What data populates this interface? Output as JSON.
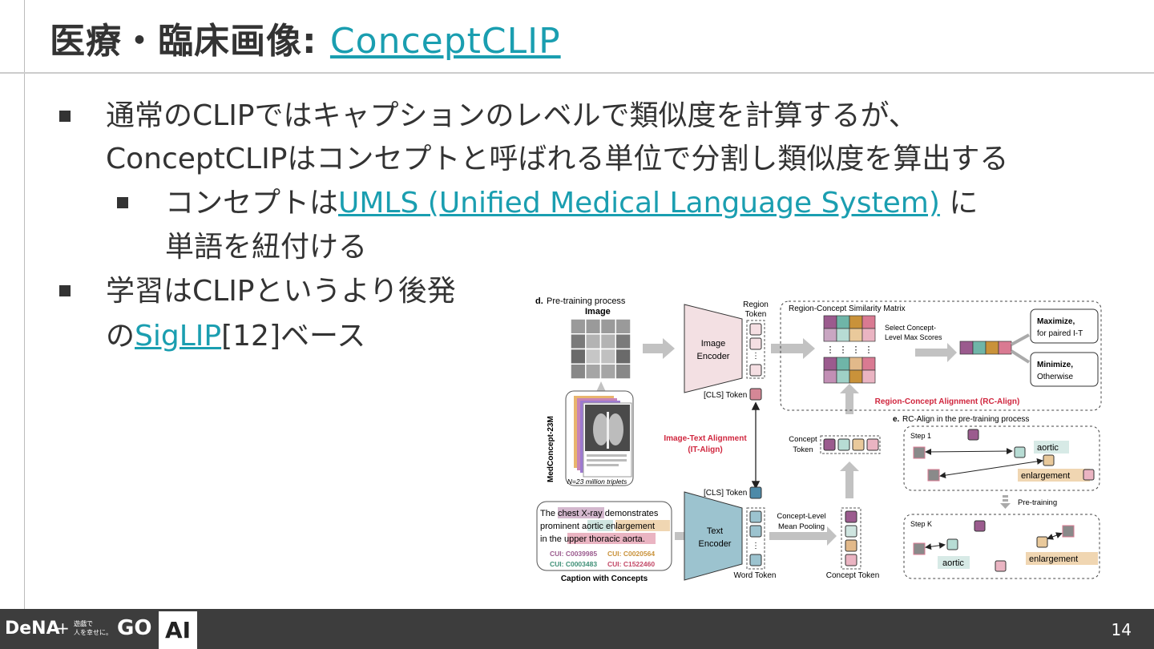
{
  "title": {
    "prefix": "医療・臨床画像: ",
    "link": "ConceptCLIP"
  },
  "bullets": {
    "b1_line1": "通常のCLIPではキャプションのレベルで類似度を計算するが、",
    "b1_line2": "ConceptCLIPはコンセプトと呼ばれる単位で分割し類似度を算出する",
    "b2_pre": "コンセプトは",
    "b2_link": "UMLS (Unified Medical Language System)",
    "b2_post": " に",
    "b2_line2": "単語を紐付ける",
    "b3_line1": "学習はCLIPというより後発",
    "b3_pre": "の",
    "b3_link": "SigLIP",
    "b3_post": "[12]ベース"
  },
  "figure": {
    "section_d_label": "d.",
    "section_d_title": "Pre-training process",
    "image_label": "Image",
    "region_token": [
      "Region",
      "Token"
    ],
    "image_encoder": [
      "Image",
      "Encoder"
    ],
    "cls_token": "[CLS] Token",
    "rc_matrix_title": "Region-Concept Similarity Matrix",
    "select_text": [
      "Select Concept-",
      "Level Max Scores"
    ],
    "maximize": [
      "Maximize,",
      "for paired I-T"
    ],
    "minimize": [
      "Minimize,",
      "Otherwise"
    ],
    "rc_align": "Region-Concept Alignment (RC-Align)",
    "dataset_name": "MedConcept-23M",
    "triplets": "N=23 million triplets",
    "it_align": [
      "Image-Text Alignment",
      "(IT-Align)"
    ],
    "concept_token_left": [
      "Concept",
      "Token"
    ],
    "section_e_label": "e.",
    "section_e_title": "RC-Align in the pre-training process",
    "step1": "Step 1",
    "stepk": "Step K",
    "pretraining": "Pre-training",
    "aortic": "aortic",
    "enlargement": "enlargement",
    "caption": {
      "w1": "The ",
      "w2": "chest X-ray",
      "w3": " demonstrates",
      "w4": "prominent ",
      "w5": "aortic",
      "w6": " ",
      "w7": "enlargement",
      "w8": "in the ",
      "w9": "upper thoracic aorta",
      "w10": "."
    },
    "cuis": [
      "CUI: C0039985",
      "CUI: C0020564",
      "CUI: C0003483",
      "CUI: C1522460"
    ],
    "caption_label": "Caption with Concepts",
    "text_encoder": [
      "Text",
      "Encoder"
    ],
    "cls_token_text": "[CLS] Token",
    "word_token": "Word Token",
    "pooling": [
      "Concept-Level",
      "Mean Pooling"
    ],
    "concept_token_bottom": "Concept Token"
  },
  "footer": {
    "dena": "DeNA",
    "plus": "+",
    "small1": "遊戯で",
    "small2": "人を幸せに。",
    "go": "GO",
    "ai": "AI",
    "page": "14"
  },
  "colors": {
    "accent": "#1a9eb0",
    "red": "#d0263e",
    "purple": "#9b5b8e",
    "teal": "#6fb5a8",
    "orange": "#c9923a",
    "pink": "#d97a92",
    "encoder_pink": "#f3e0e3",
    "encoder_blue": "#9cc3cf"
  }
}
